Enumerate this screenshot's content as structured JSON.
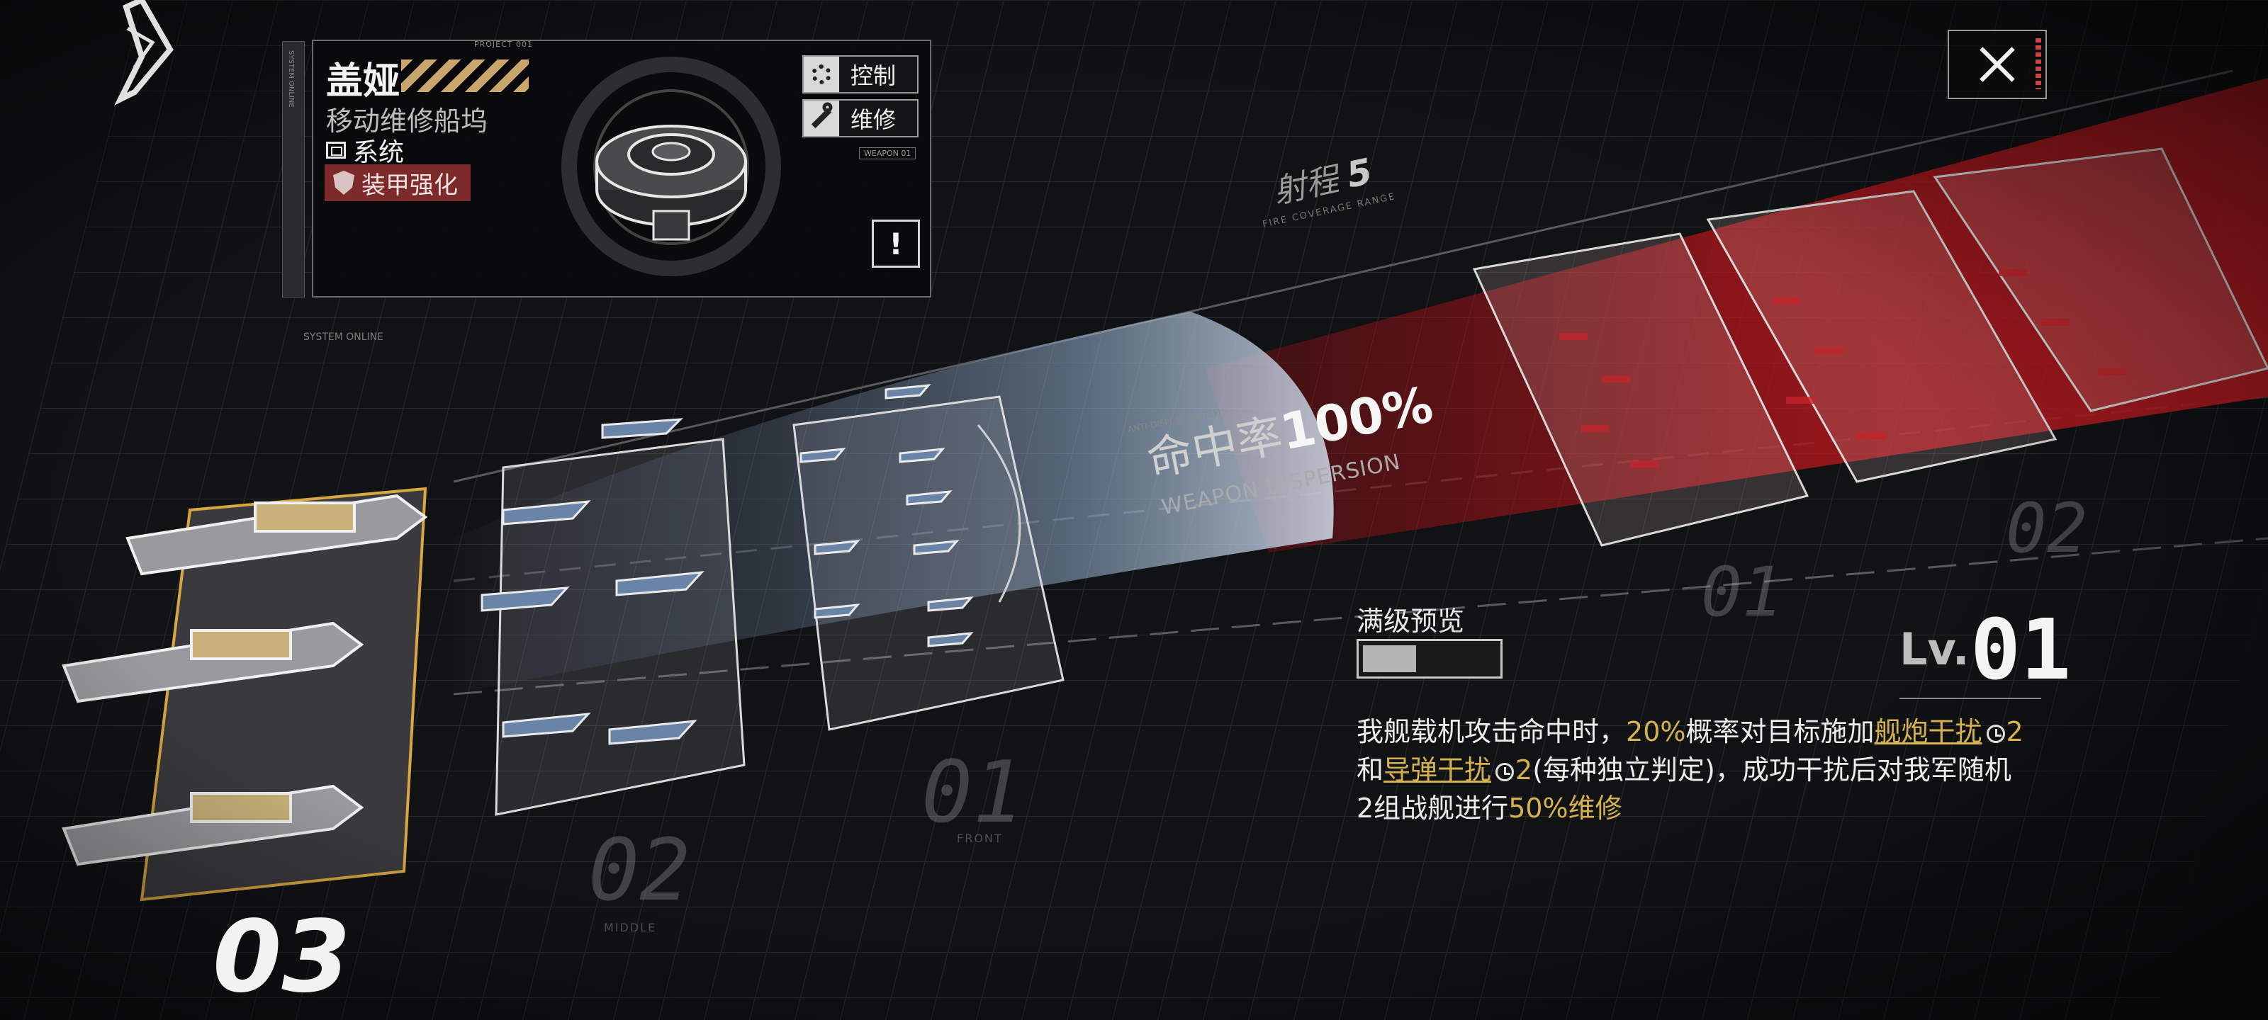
{
  "panel": {
    "project_code": "PROJECT 001",
    "name": "盖娅",
    "type": "移动维修船坞",
    "category": "系统",
    "badge": "装甲强化",
    "control_label": "控制",
    "repair_label": "维修",
    "weapon_tag": "WEAPON 01",
    "alert_label": "!",
    "system_online": "SYSTEM ONLINE"
  },
  "range": {
    "label": "射程",
    "value": "5",
    "sub": "FIRE COVERAGE RANGE"
  },
  "hit": {
    "label": "命中率",
    "value": "100%",
    "sub": "WEAPON DISPERSION",
    "dps_sub": "ANTI-DISPLAY SYSTEM"
  },
  "zones": [
    {
      "num": "03",
      "sub": ""
    },
    {
      "num": "02",
      "sub": "MIDDLE"
    },
    {
      "num": "01",
      "sub": "FRONT"
    },
    {
      "num": "01",
      "sub": ""
    },
    {
      "num": "02",
      "sub": ""
    }
  ],
  "preview": {
    "label": "满级预览",
    "fill_fraction": 0.4
  },
  "level": {
    "prefix": "Lv.",
    "value": "01"
  },
  "description": {
    "p1": "我舰载机攻击命中时，",
    "chance": "20%",
    "p2": "概率对目标施加",
    "link1": "舰炮干扰",
    "dur1": "2",
    "p3": "和",
    "link2": "导弹干扰",
    "dur2": "2",
    "p4": "(每种独立判定)，成功干扰后对我军随机",
    "p5": "2组战舰进行",
    "repair_pct": "50%",
    "repair": "维修"
  },
  "colors": {
    "accent_gold": "#d6b24e",
    "badge_red": "#7c2a2a",
    "range_red": "#b3161b",
    "hit_blue": "#8fa9c8"
  }
}
